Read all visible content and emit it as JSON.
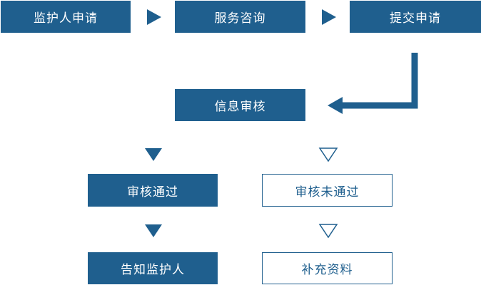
{
  "steps": {
    "guardian_apply": "监护人申请",
    "service_consult": "服务咨询",
    "submit_apply": "提交申请",
    "info_review": "信息审核",
    "review_passed": "审核通过",
    "review_failed": "审核未通过",
    "notify_guardian": "告知监护人",
    "supplement_docs": "补充资料"
  },
  "colors": {
    "primary": "#1f5f8e",
    "outline_text": "#1f5f8e",
    "background": "#ffffff"
  },
  "icons": {
    "step_arrow": "triangle-right-icon",
    "down_filled": "triangle-down-filled-icon",
    "down_outline": "triangle-down-outline-icon",
    "connector": "elbow-arrow-icon"
  }
}
